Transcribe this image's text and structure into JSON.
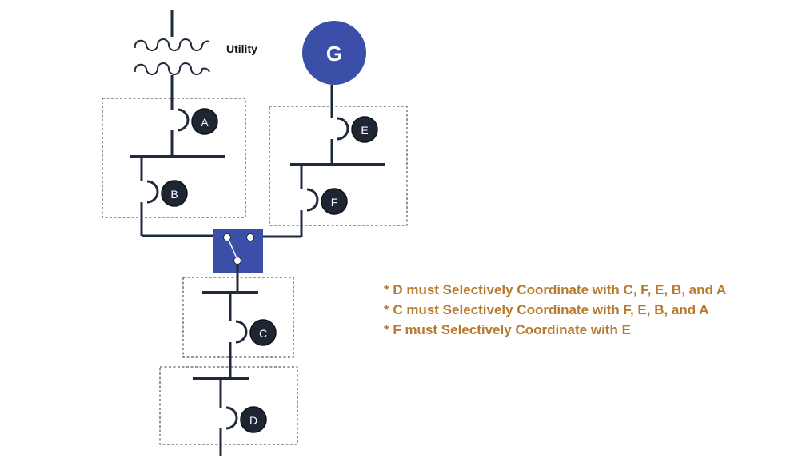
{
  "utility": {
    "label": "Utility"
  },
  "generator": {
    "label": "G",
    "color": "#3b4ea8"
  },
  "transfer_switch": {
    "color": "#3b4ea8"
  },
  "breakers": [
    {
      "id": "A"
    },
    {
      "id": "B"
    },
    {
      "id": "E"
    },
    {
      "id": "F"
    },
    {
      "id": "C"
    },
    {
      "id": "D"
    }
  ],
  "notes": [
    "* D must Selectively Coordinate with C, F, E, B, and A",
    "* C must Selectively Coordinate with F, E, B, and A",
    "* F must Selectively Coordinate with E"
  ],
  "colors": {
    "note_text": "#b87a2e",
    "line": "#1f2a3c",
    "badge": "#1e2533"
  }
}
